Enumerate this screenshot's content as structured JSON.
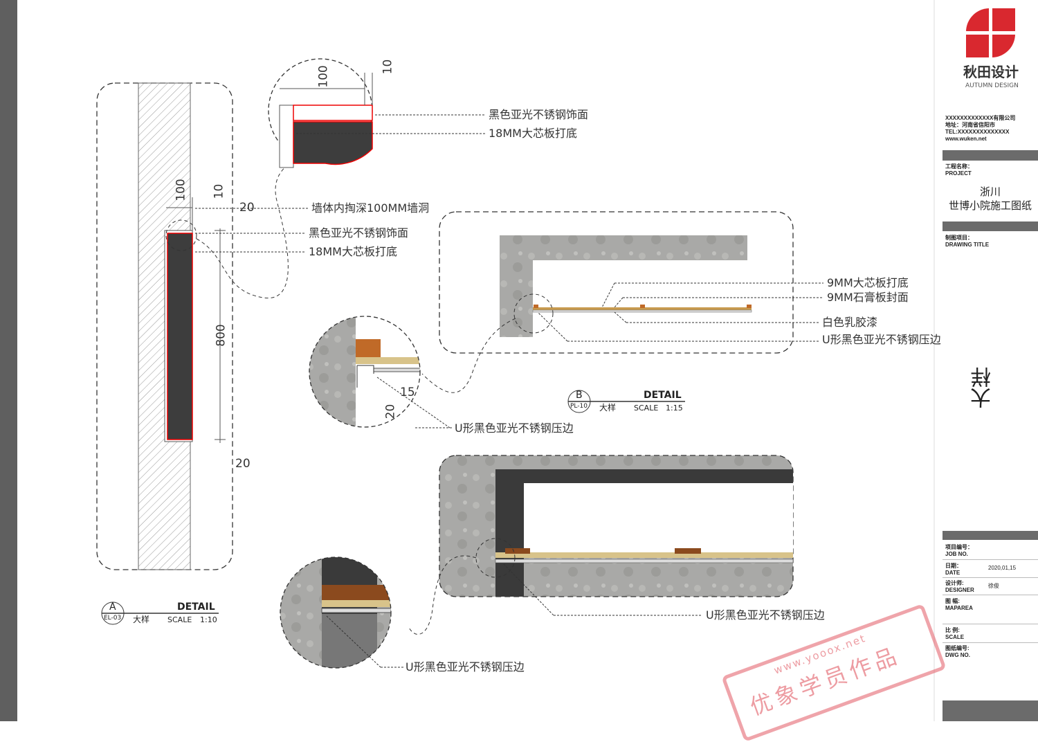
{
  "logo": {
    "name_cn": "秋田设计",
    "name_en": "AUTUMN DESIGN",
    "brand_color": "#d9282f"
  },
  "company": {
    "name": "XXXXXXXXXXXXX有限公司",
    "address": "地址：河南省信阳市",
    "tel": "TEL:XXXXXXXXXXXXXX",
    "web": "www.wuken.net"
  },
  "project": {
    "label_cn": "工程名称：",
    "label_en": "PROJECT",
    "line1": "浙川",
    "line2": "世博小院施工图纸"
  },
  "drawing_title": {
    "label_cn": "制图项目：",
    "label_en": "DRAWING TITLE",
    "value": "大样"
  },
  "fields": [
    {
      "cn": "项目编号：",
      "en": "JOB NO.",
      "value": ""
    },
    {
      "cn": "日期：",
      "en": "DATE",
      "value": "2020,01,15"
    },
    {
      "cn": "设计师:",
      "en": "DESIGNER",
      "value": "徐俊"
    },
    {
      "cn": "图 幅:",
      "en": "MAPAREA",
      "value": ""
    },
    {
      "cn": "比 例:",
      "en": "SCALE",
      "value": ""
    },
    {
      "cn": "图纸编号:",
      "en": "DWG NO.",
      "value": ""
    }
  ],
  "detail_a": {
    "letter": "A",
    "ref": "EL-03",
    "title": "DETAIL",
    "name": "大样",
    "scale_label": "SCALE",
    "scale": "1:10",
    "dims": [
      "100",
      "10",
      "20",
      "800",
      "20"
    ],
    "labels": [
      "墙体内掏深100MM墙洞",
      "黑色亚光不锈钢饰面",
      "18MM大芯板打底"
    ],
    "zoom_dims": [
      "100",
      "10"
    ],
    "zoom_labels": [
      "黑色亚光不锈钢饰面",
      "18MM大芯板打底"
    ]
  },
  "detail_b": {
    "letter": "B",
    "ref": "PL-10",
    "title": "DETAIL",
    "name": "大样",
    "scale_label": "SCALE",
    "scale": "1:15",
    "labels": [
      "9MM大芯板打底",
      "9MM石膏板封面",
      "白色乳胶漆",
      "U形黑色亚光不锈钢压边"
    ],
    "zoom_dims": [
      "15",
      "20"
    ],
    "zoom_label": "U形黑色亚光不锈钢压边"
  },
  "detail_c": {
    "label": "U形黑色亚光不锈钢压边",
    "zoom_label": "U形黑色亚光不锈钢压边"
  },
  "watermark": {
    "url": "www.yooox.net",
    "text": "优象学员作品"
  }
}
